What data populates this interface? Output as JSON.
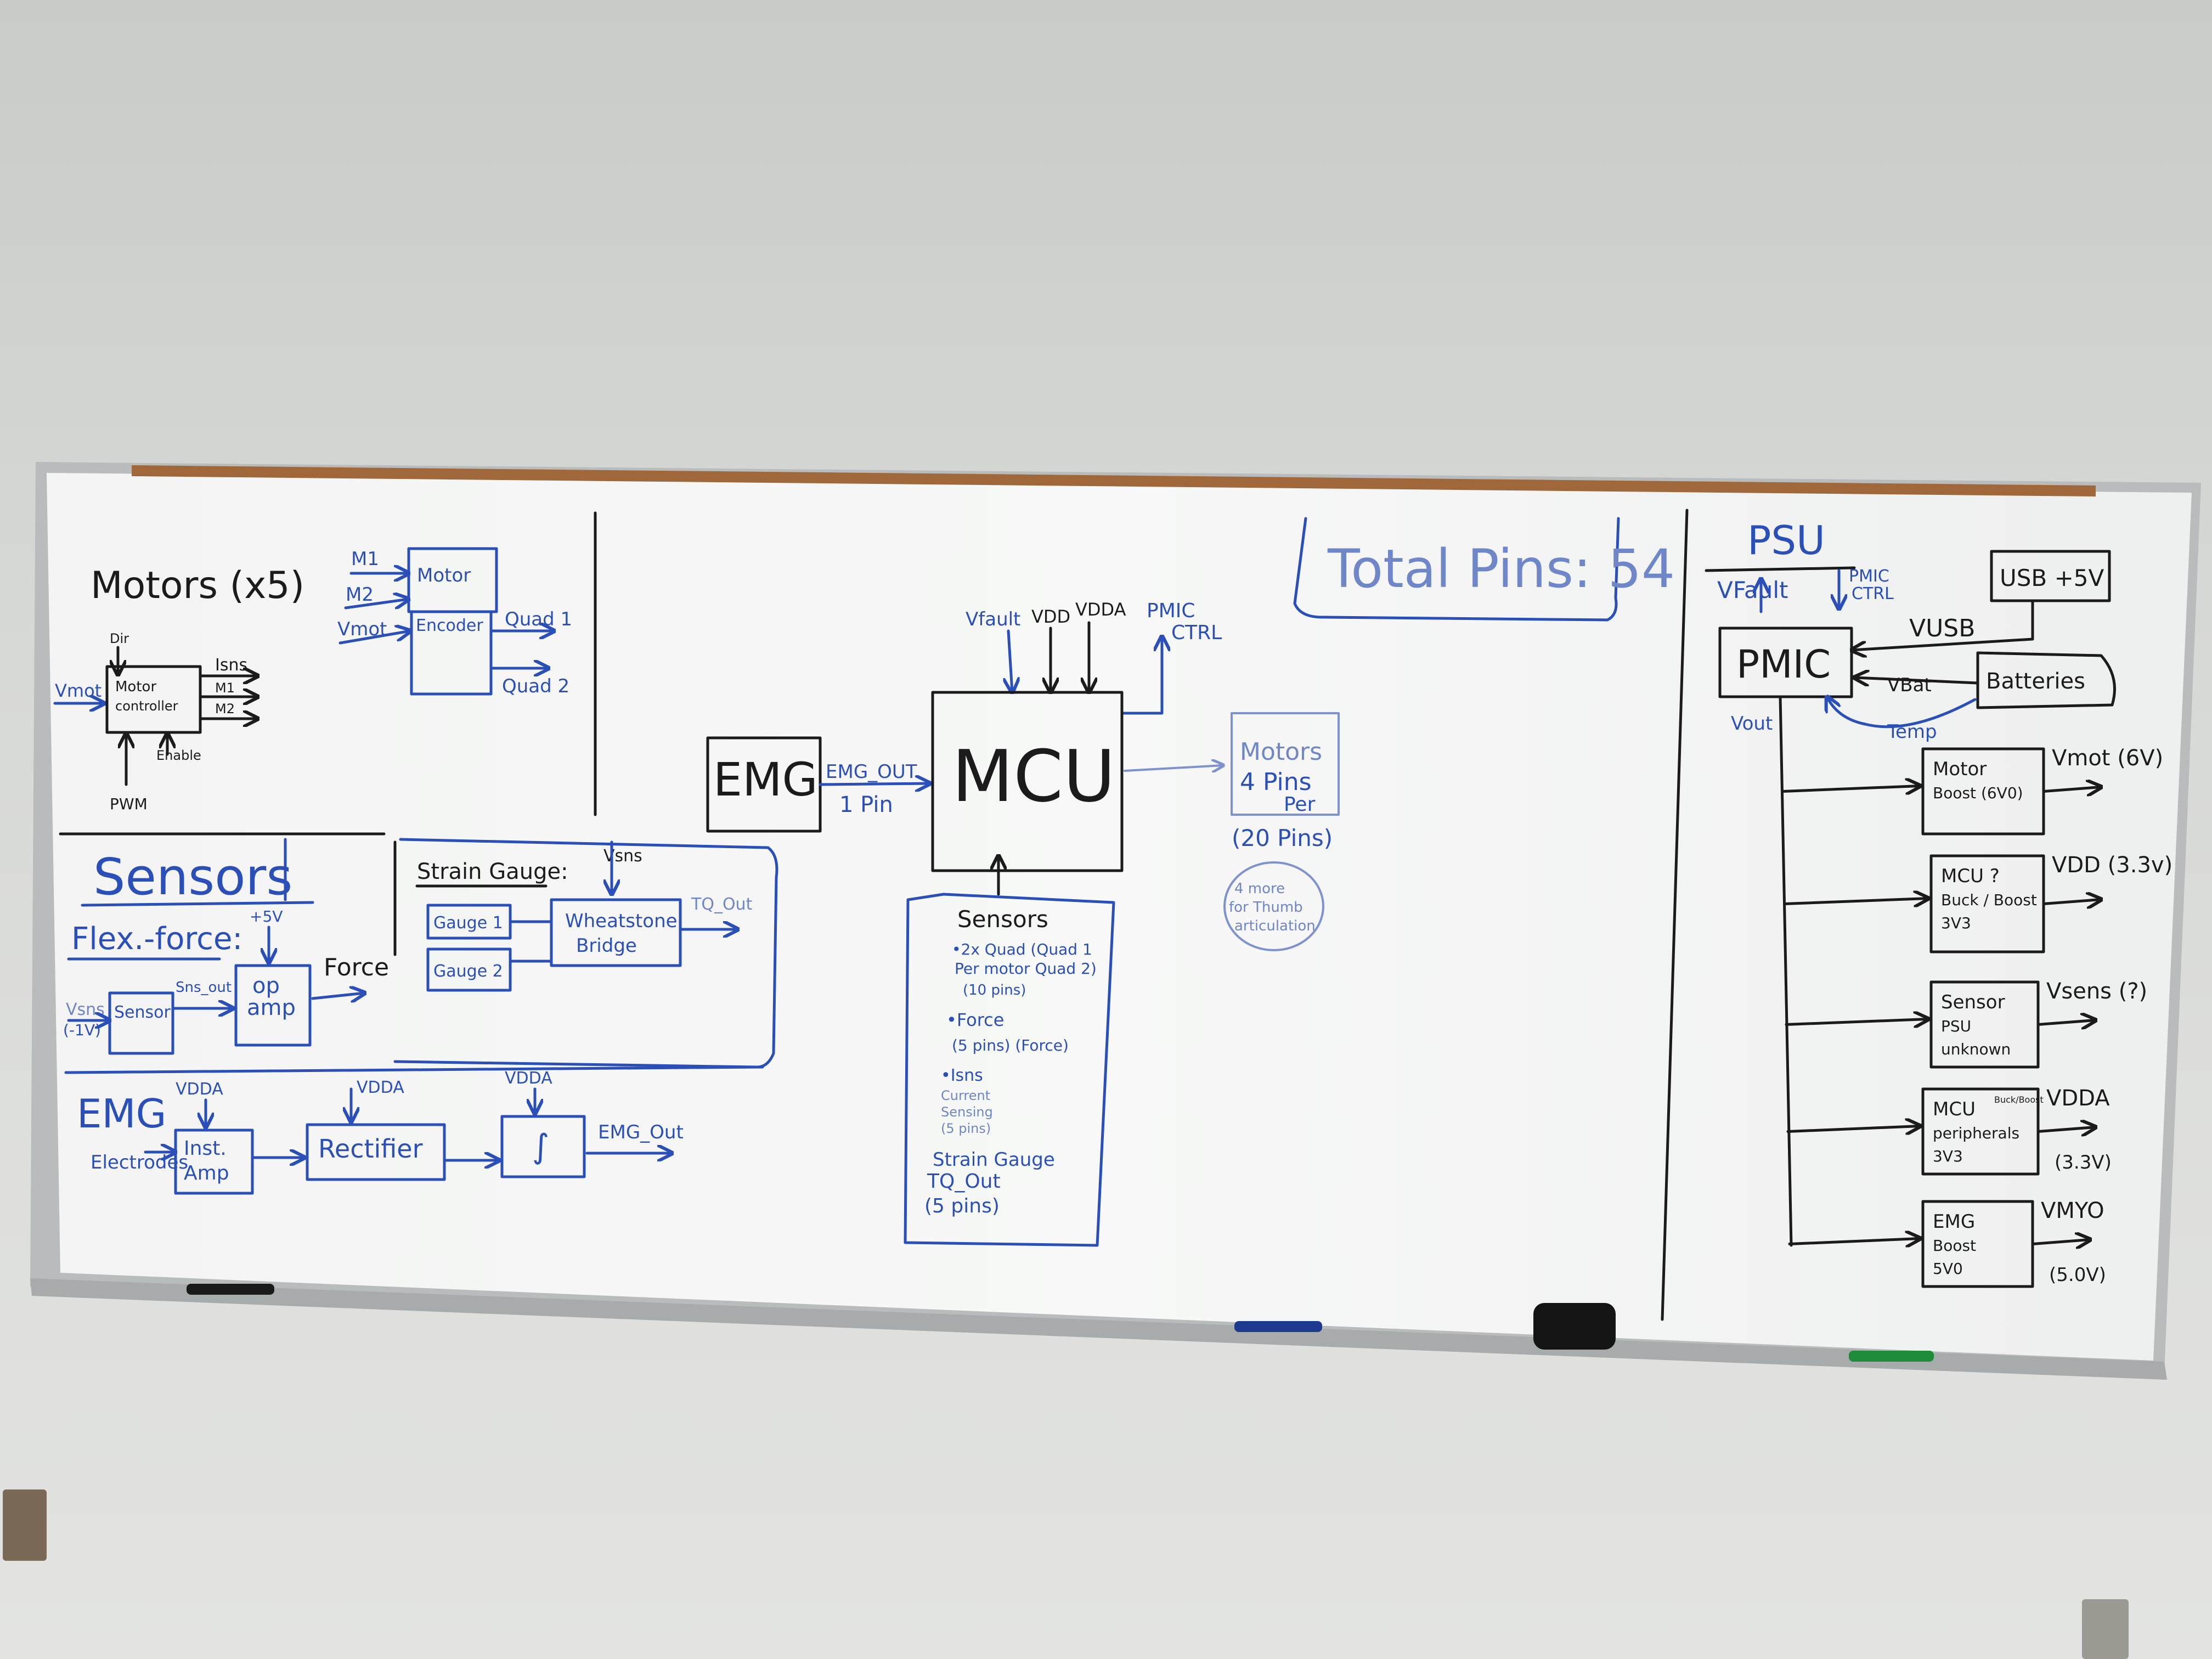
{
  "motors": {
    "title": "Motors (x5)",
    "dir": "Dir",
    "vmot": "Vmot",
    "controller": [
      "Motor",
      "controller"
    ],
    "isns": "Isns",
    "m1": "M1",
    "m2": "M2",
    "enable": "Enable",
    "pwm": "PWM",
    "motor": "Motor",
    "encoder": "Encoder",
    "quad1": "Quad 1",
    "quad2": "Quad 2"
  },
  "sensors": {
    "title": "Sensors",
    "flex": "Flex.-force:",
    "p5v": "+5V",
    "vsns": "Vsns",
    "vsns_range": "(-1V)",
    "sensor": "Sensor",
    "sns_out": "Sns_out",
    "opamp": [
      "op",
      "amp"
    ],
    "force": "Force",
    "strain": "Strain Gauge:",
    "gauge1": "Gauge 1",
    "gauge2": "Gauge 2",
    "bridge": [
      "Wheatstone",
      "Bridge"
    ],
    "tq_out": "TQ_Out"
  },
  "emg": {
    "title": "EMG",
    "electrodes": "Electrodes",
    "vdda": "VDDA",
    "inst_amp": [
      "Inst.",
      "Amp"
    ],
    "rectifier": "Rectifier",
    "integrator": "∫",
    "emg_out": "EMG_Out"
  },
  "mcu": {
    "vfault": "Vfault",
    "vdd": "VDD",
    "vdda": "VDDA",
    "pmic_ctrl": [
      "PMIC",
      "CTRL"
    ],
    "emg": "EMG",
    "emg_out": "EMG_OUT",
    "one_pin": "1 Pin",
    "label": "MCU",
    "motors": [
      "Motors",
      "4 Pins",
      "Per",
      "(20 Pins)"
    ],
    "thumb": [
      "4 more",
      "for Thumb",
      "articulation"
    ],
    "total_pins": "Total Pins: 54",
    "sensors_title": "Sensors",
    "sensor_lines": [
      "•2x Quad  (Quad 1",
      "Per motor  Quad 2)",
      "(10 pins)",
      "•Force",
      "(5 pins) (Force)",
      "•Isns",
      "Current",
      "Sensing",
      "(5 pins)",
      "Strain Gauge",
      "TQ_Out",
      "(5 pins)"
    ]
  },
  "psu": {
    "title": "PSU",
    "vfault": "VFault",
    "pmic_ctrl": [
      "PMIC",
      "CTRL"
    ],
    "usb": "USB +5V",
    "vusb": "VUSB",
    "pmic": "PMIC",
    "vbat": "VBat",
    "batteries": "Batteries",
    "temp": "Temp",
    "vout": "Vout",
    "blocks": [
      {
        "lines": [
          "Motor",
          "Boost (6V0)"
        ],
        "out": "Vmot (6V)"
      },
      {
        "lines": [
          "MCU ?",
          "Buck / Boost",
          "3V3"
        ],
        "out": "VDD (3.3v)"
      },
      {
        "lines": [
          "Sensor",
          "PSU",
          "unknown"
        ],
        "out": "Vsens (?)"
      },
      {
        "lines": [
          "MCU",
          "peripherals",
          "3V3"
        ],
        "out": "VDDA",
        "sub": "(3.3V)",
        "note": "Buck/Boost"
      },
      {
        "lines": [
          "EMG",
          "Boost",
          "5V0"
        ],
        "out": "VMYO",
        "sub": "(5.0V)"
      }
    ]
  }
}
